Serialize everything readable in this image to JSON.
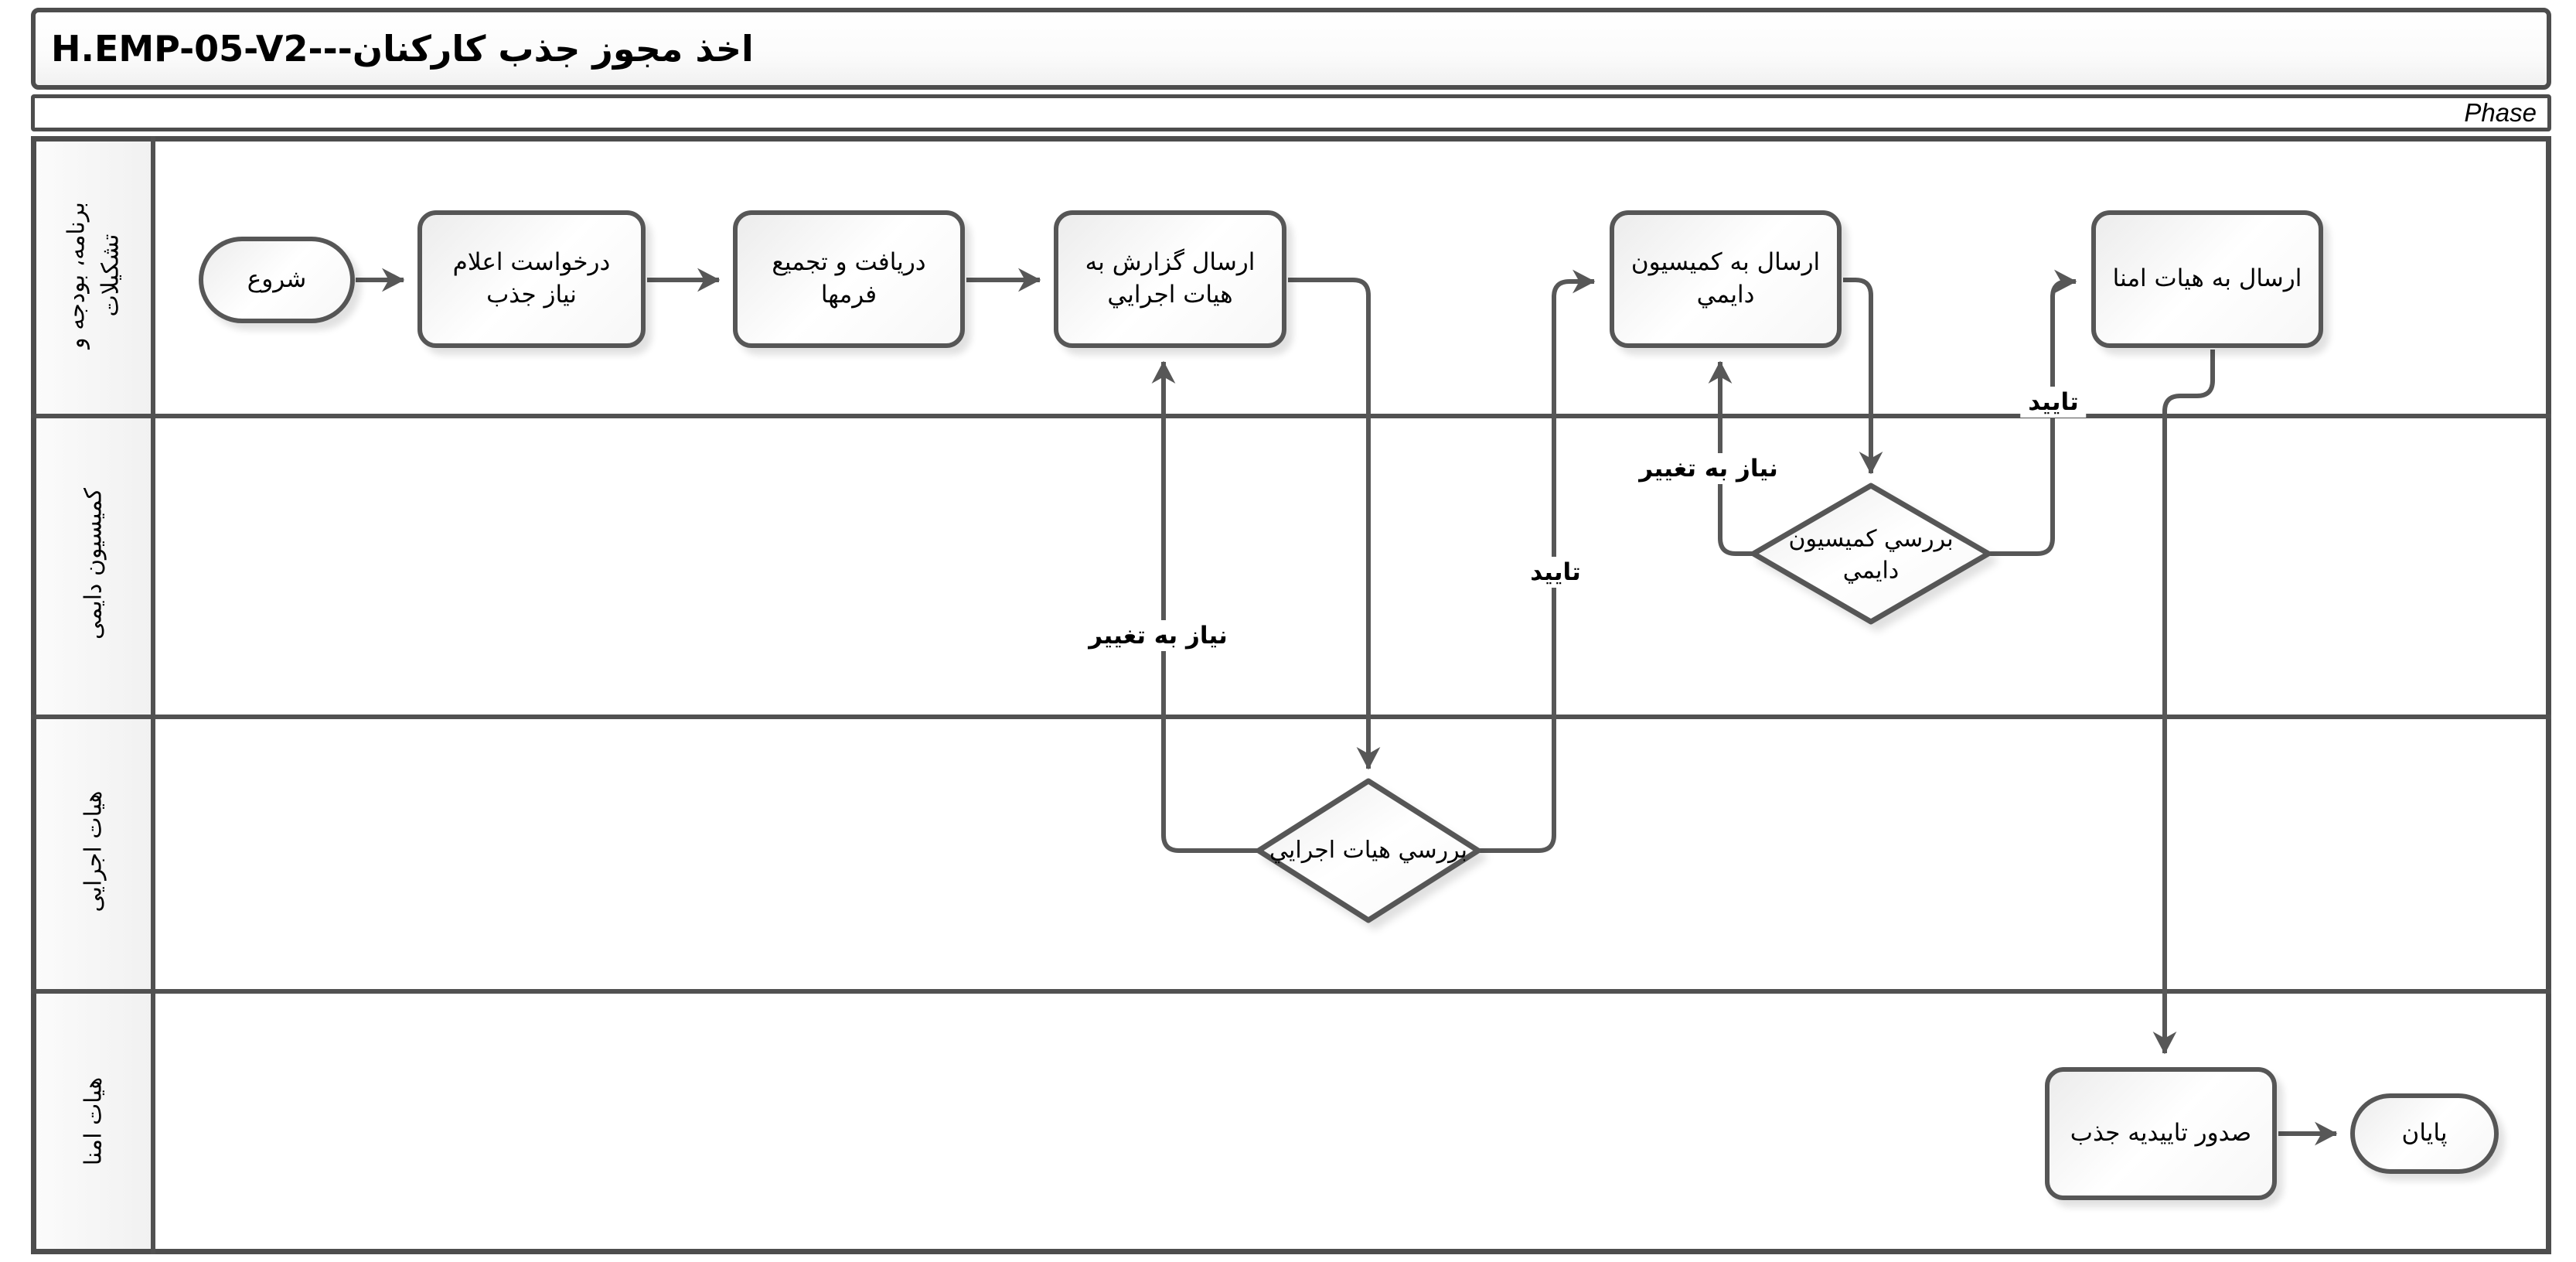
{
  "header": {
    "title": "اخذ مجوز جذب کارکنان---H.EMP-05-V2",
    "phase": "Phase"
  },
  "lanes": [
    {
      "label": "برنامه، بودجه و تشکیلات"
    },
    {
      "label": "کمیسیون دایمی"
    },
    {
      "label": "هیات اجرایی"
    },
    {
      "label": "هیات امنا"
    }
  ],
  "nodes": {
    "start": {
      "type": "start",
      "label": "شروع"
    },
    "request_need": {
      "type": "task",
      "label": "درخواست اعلام نياز جذب"
    },
    "collect_forms": {
      "type": "task",
      "label": "دريافت و تجميع فرمها"
    },
    "send_report_exec": {
      "type": "task",
      "label": "ارسال گزارش به هيات اجرايي"
    },
    "send_commission": {
      "type": "task",
      "label": "ارسال به كميسيون دايمي"
    },
    "send_trustees": {
      "type": "task",
      "label": "ارسال به هيات امنا"
    },
    "review_exec": {
      "type": "decision",
      "label": "بررسي هيات اجرايي"
    },
    "review_commission": {
      "type": "decision",
      "label": "بررسي كميسيون دايمي"
    },
    "issue_confirmation": {
      "type": "task",
      "label": "صدور تاييديه جذب"
    },
    "end": {
      "type": "end",
      "label": "پايان"
    }
  },
  "edges": {
    "labels": {
      "exec_change": "نياز به تغيير",
      "exec_approve": "تاييد",
      "commission_change": "نياز به تغيير",
      "commission_approve": "تاييد"
    }
  },
  "colors": {
    "line": "#575757",
    "border": "#4d4d4d",
    "text": "#000000"
  }
}
